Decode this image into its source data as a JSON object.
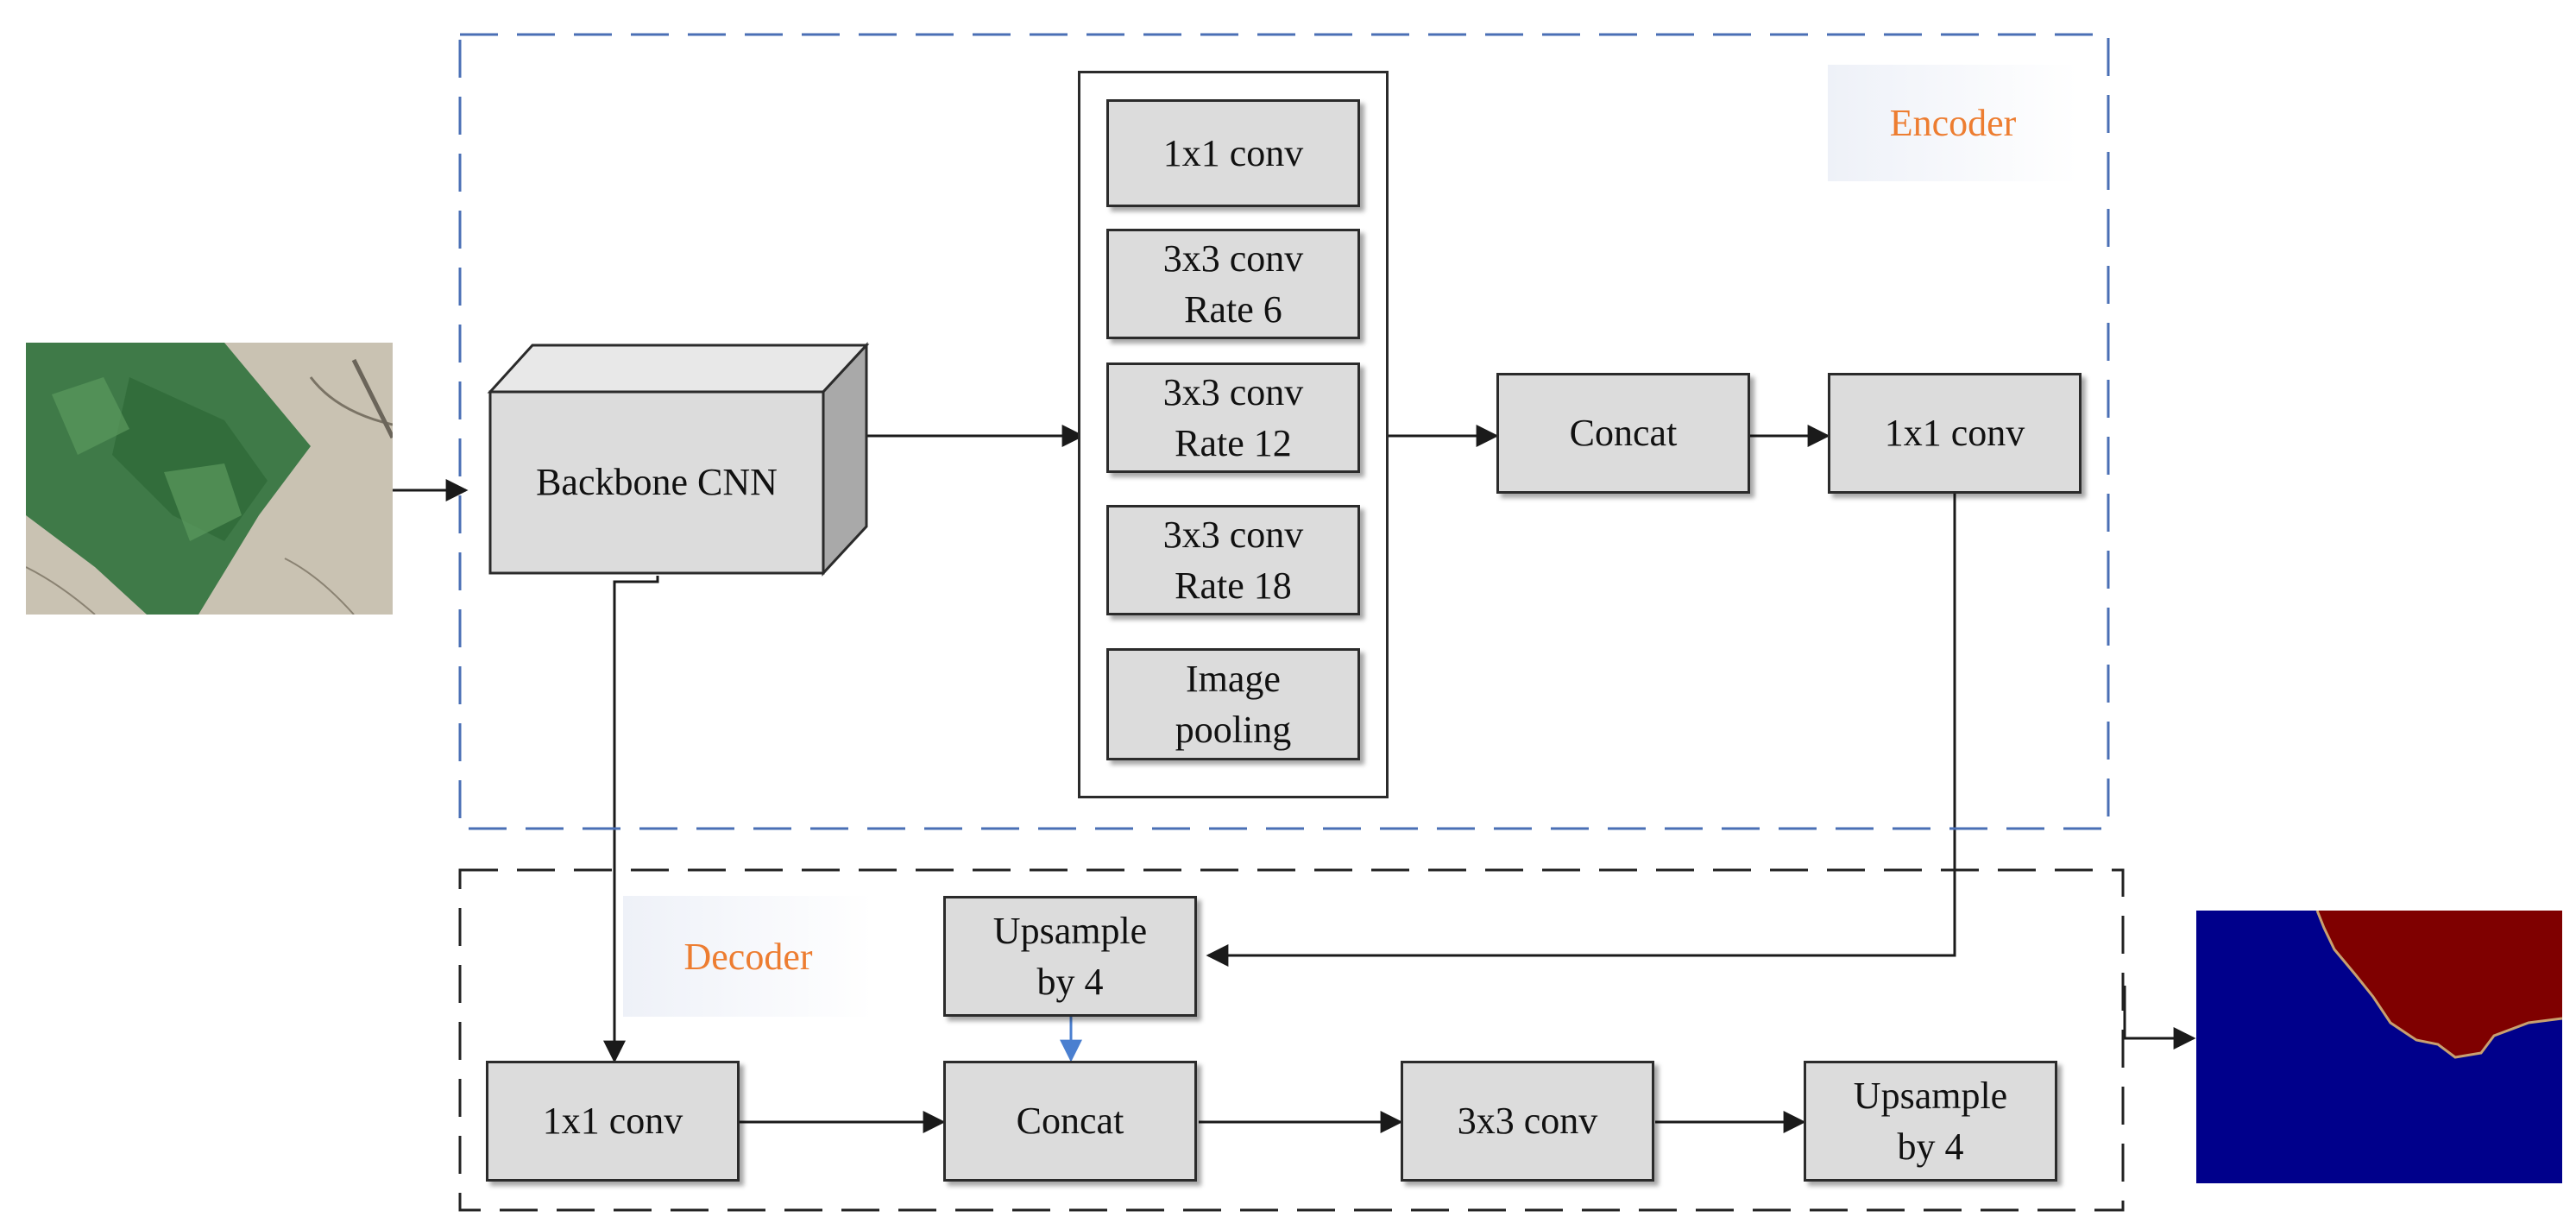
{
  "encoder": {
    "label": "Encoder"
  },
  "decoder": {
    "label": "Decoder"
  },
  "backbone": {
    "label": "Backbone CNN"
  },
  "aspp": {
    "items": [
      {
        "label": "1x1 conv"
      },
      {
        "label": "3x3 conv\nRate 6"
      },
      {
        "label": "3x3 conv\nRate 12"
      },
      {
        "label": "3x3 conv\nRate 18"
      },
      {
        "label": "Image\npooling"
      }
    ]
  },
  "encoder_concat": {
    "label": "Concat"
  },
  "encoder_conv": {
    "label": "1x1 conv"
  },
  "decoder_upsample_top": {
    "label": "Upsample\nby 4"
  },
  "decoder_conv1": {
    "label": "1x1 conv"
  },
  "decoder_concat": {
    "label": "Concat"
  },
  "decoder_conv3": {
    "label": "3x3 conv"
  },
  "decoder_upsample_out": {
    "label": "Upsample\nby 4"
  },
  "colors": {
    "encoder_border": "#4a6fb5",
    "decoder_border": "#222222",
    "section_label": "#ed7d31",
    "box_fill": "#dcdcdc",
    "skip_arrow": "#4a7fd0",
    "seg_background": "#00008b",
    "seg_foreground": "#7f0000",
    "leaf_green": "#3f7a48",
    "soil": "#c9c2b2"
  }
}
